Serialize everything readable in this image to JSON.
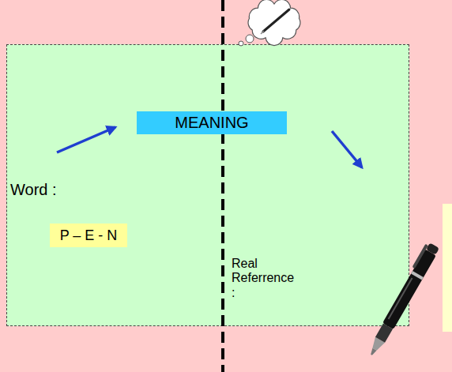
{
  "diagram": {
    "nodes": [
      {
        "text": [
          "Word :",
          "Real Referrence :"
        ]
      },
      {
        "text": [
          "MEANING"
        ],
        "in": 0
      },
      {
        "text": [
          "P – E - N"
        ],
        "in": 0
      }
    ]
  }
}
